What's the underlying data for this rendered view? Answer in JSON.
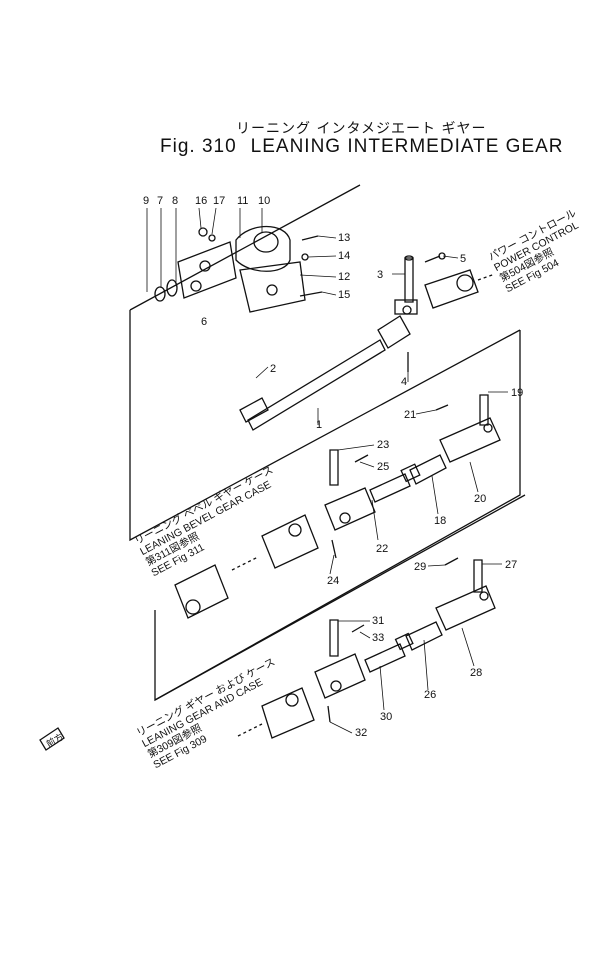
{
  "figure": {
    "title_jp": "リーニング インタメジエート ギヤー",
    "fig_label": "Fig. 310",
    "title_en": "LEANING INTERMEDIATE GEAR"
  },
  "references": {
    "power_control": {
      "jp": "パワー コントロール",
      "en": "POWER CONTROL",
      "see_jp": "第504図参照",
      "see_en": "SEE Fig 504"
    },
    "leaning_bevel_gear_case": {
      "jp": "リーニング ベベル ギヤー ケース",
      "en": "LEANING BEVEL GEAR CASE",
      "see_jp": "第311図参照",
      "see_en": "SEE Fig 311"
    },
    "leaning_gear_and_case": {
      "jp": "リーニング ギヤー および ケース",
      "en": "LEANING GEAR AND CASE",
      "see_jp": "第309図参照",
      "see_en": "SEE Fig 309"
    }
  },
  "front_marker": "前方",
  "part_numbers": [
    "1",
    "2",
    "3",
    "4",
    "5",
    "6",
    "7",
    "8",
    "9",
    "10",
    "11",
    "12",
    "13",
    "14",
    "15",
    "16",
    "17",
    "18",
    "19",
    "20",
    "21",
    "22",
    "23",
    "24",
    "25",
    "26",
    "27",
    "28",
    "29",
    "30",
    "31",
    "32",
    "33"
  ]
}
